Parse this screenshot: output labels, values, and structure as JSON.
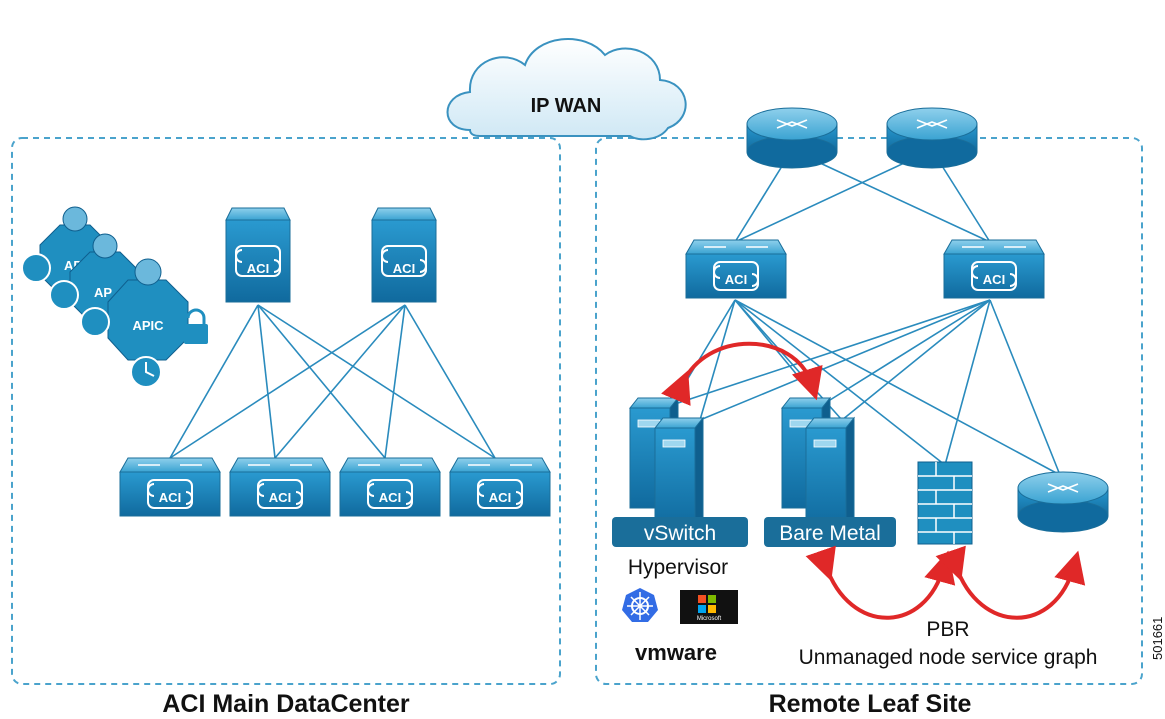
{
  "wan": {
    "label": "IP WAN"
  },
  "main_dc": {
    "title": "ACI Main DataCenter",
    "apic_label": "APIC",
    "apic_label_short": "AP",
    "switch_label": "ACI"
  },
  "remote_site": {
    "title": "Remote Leaf Site",
    "vswitch_label": "vSwitch",
    "hypervisor_label": "Hypervisor",
    "bare_metal_label": "Bare Metal",
    "pbr_label": "PBR",
    "service_graph_label": "Unmanaged node service graph",
    "vmware_label": "vmware",
    "microsoft_label": "Microsoft"
  },
  "figure_id": "501661",
  "colors": {
    "device_blue": "#1f8fc0",
    "link_blue": "#2a8bbd",
    "border_dash": "#4aa3cc",
    "arrow_red": "#e02828",
    "cloud_fill": "#dff0f8"
  }
}
